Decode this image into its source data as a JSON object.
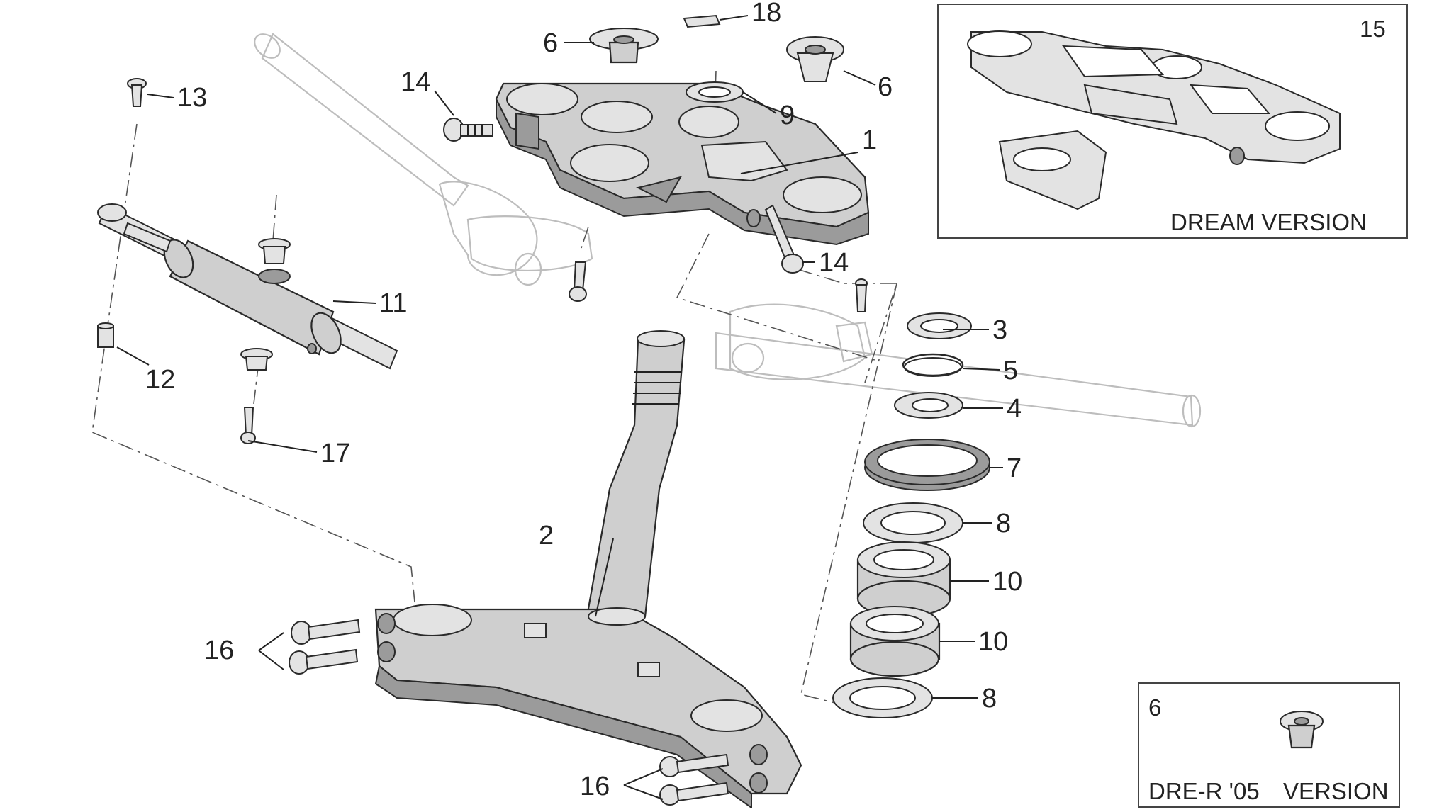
{
  "callouts": [
    "1",
    "2",
    "3",
    "4",
    "5",
    "6",
    "6",
    "7",
    "8",
    "8",
    "9",
    "10",
    "10",
    "11",
    "12",
    "13",
    "14",
    "14",
    "15",
    "16",
    "16",
    "17",
    "18"
  ],
  "insets": {
    "dream": {
      "number": "15",
      "caption": "DREAM VERSION"
    },
    "dre_r": {
      "number": "6",
      "caption_left": "DRE-R '05",
      "caption_right": "VERSION"
    }
  },
  "colors": {
    "part_fill": "#cfcfcf",
    "outline": "#2a2a2a",
    "ghost": "#bdbdbd"
  }
}
